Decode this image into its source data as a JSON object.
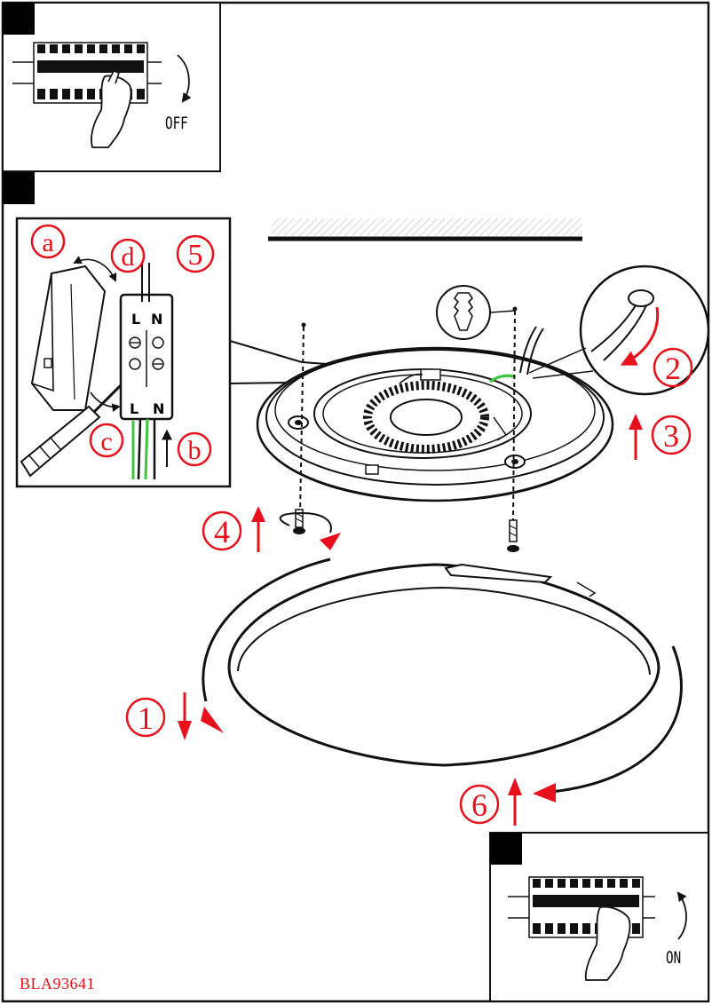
{
  "labels": {
    "off": "OFF",
    "on": "ON",
    "code": "BLA93641"
  },
  "callouts": {
    "a": "a",
    "b": "b",
    "c": "c",
    "d": "d",
    "terminal_l_top": "L",
    "terminal_n_top": "N",
    "terminal_l_bottom": "L",
    "terminal_n_bottom": "N"
  },
  "steps": [
    "1",
    "2",
    "3",
    "4",
    "5",
    "6"
  ],
  "colors": {
    "step_red": "#e8101a",
    "earth_green": "#3cc43c",
    "line": "#111111"
  }
}
